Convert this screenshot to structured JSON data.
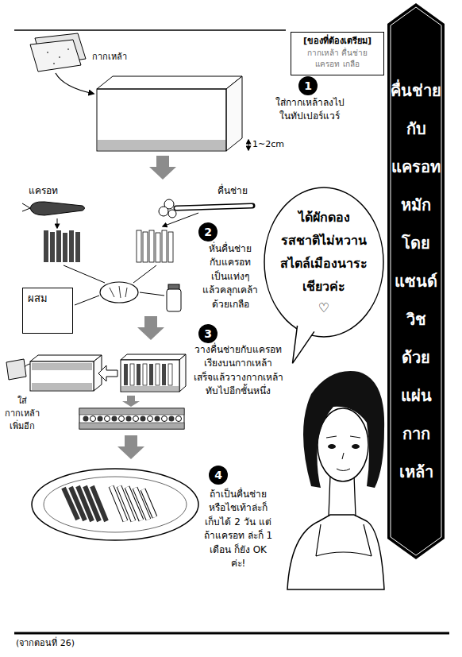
{
  "diagram": {
    "nodes": [
      {
        "text": [
          "[ของที่ต้องเตรียม]",
          "กากเหล้า คื่นช่าย แครอท เกลือ"
        ]
      },
      {
        "text": [
          "คื่นช่าย กับ แครอท หมัก โดย แซนด์ วิช ด้วย แผ่น กาก เหล้า"
        ]
      },
      {
        "text": [
          "1"
        ]
      },
      {
        "text": [
          "2"
        ]
      },
      {
        "text": [
          "ผสม"
        ]
      },
      {
        "text": [
          "ได้ผักดอง รสชาติไม่หวาน สไตล์เมืองนาระ เชียวค่ะ",
          "♡"
        ]
      },
      {
        "text": [
          "3"
        ]
      },
      {
        "text": [
          "4"
        ]
      }
    ],
    "labels": [
      "กากเหล้า",
      "1~2cm",
      "ใส่กากเหล้าลงไป ในทัปเปอร์แวร์",
      "แครอท",
      "คื่นช่าย",
      "หั่นคื่นช่าย กับแครอท เป็นแท่งๆ แล้วคลุกเคล้า ด้วยเกลือ",
      "ใส่ กากเหล้า เพิ่มอีก",
      "วางคื่นช่ายกับแครอท เรียงบนกากเหล้า เสร็จแล้ววางกากเหล้า ทับไปอีกชั้นหนึ่ง",
      "ถ้าเป็นคื่นช่าย หรือไชเท้าล่ะก็ เก็บได้ 2 วัน แต่ถ้าแครอท ล่ะก็ 1 เดือน ก็ยัง OK ค่ะ!",
      "(จากตอนที่ 26)"
    ]
  }
}
